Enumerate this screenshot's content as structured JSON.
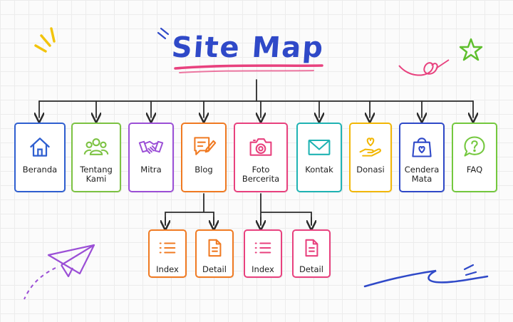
{
  "title": "Site Map",
  "nodes": {
    "beranda": "Beranda",
    "tentang": "Tentang\nKami",
    "mitra": "Mitra",
    "blog": "Blog",
    "foto": "Foto\nBercerita",
    "kontak": "Kontak",
    "donasi": "Donasi",
    "cendera": "Cendera\nMata",
    "faq": "FAQ",
    "blog_index": "Index",
    "blog_detail": "Detail",
    "foto_index": "Index",
    "foto_detail": "Detail"
  },
  "colors": {
    "title": "#2f49c8",
    "beranda": "#2f5fd0",
    "tentang": "#7cc242",
    "mitra": "#9b4fd6",
    "blog": "#f07a22",
    "foto": "#e8417e",
    "kontak": "#1fb3b3",
    "donasi": "#f2b705",
    "cendera": "#2f49c8",
    "faq": "#74c83e",
    "connector": "#2b2b2b"
  },
  "icons": {
    "beranda": "home-icon",
    "tentang": "people-group-icon",
    "mitra": "handshake-icon",
    "blog": "edit-note-icon",
    "foto": "camera-icon",
    "kontak": "envelope-icon",
    "donasi": "heart-hand-icon",
    "cendera": "gift-bag-icon",
    "faq": "question-bubble-icon",
    "index": "list-icon",
    "detail": "document-icon"
  }
}
